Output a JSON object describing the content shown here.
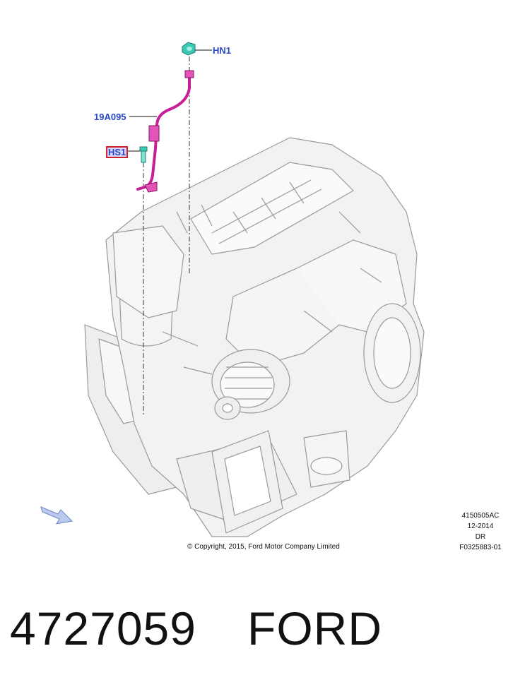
{
  "callouts": {
    "hn1": "HN1",
    "part": "19A095",
    "hs1": "HS1"
  },
  "footer": {
    "copyright": "© Copyright, 2015, Ford Motor Company Limited",
    "refs": [
      "4150505AC",
      "12-2014",
      "DR",
      "F0325883-01"
    ]
  },
  "product": {
    "part_number": "4727059",
    "brand": "FORD"
  },
  "colors": {
    "callout_text": "#2a47c8",
    "hose": "#c81e96",
    "fastener": "#3cc8b4",
    "highlight_border": "#d0202a"
  }
}
